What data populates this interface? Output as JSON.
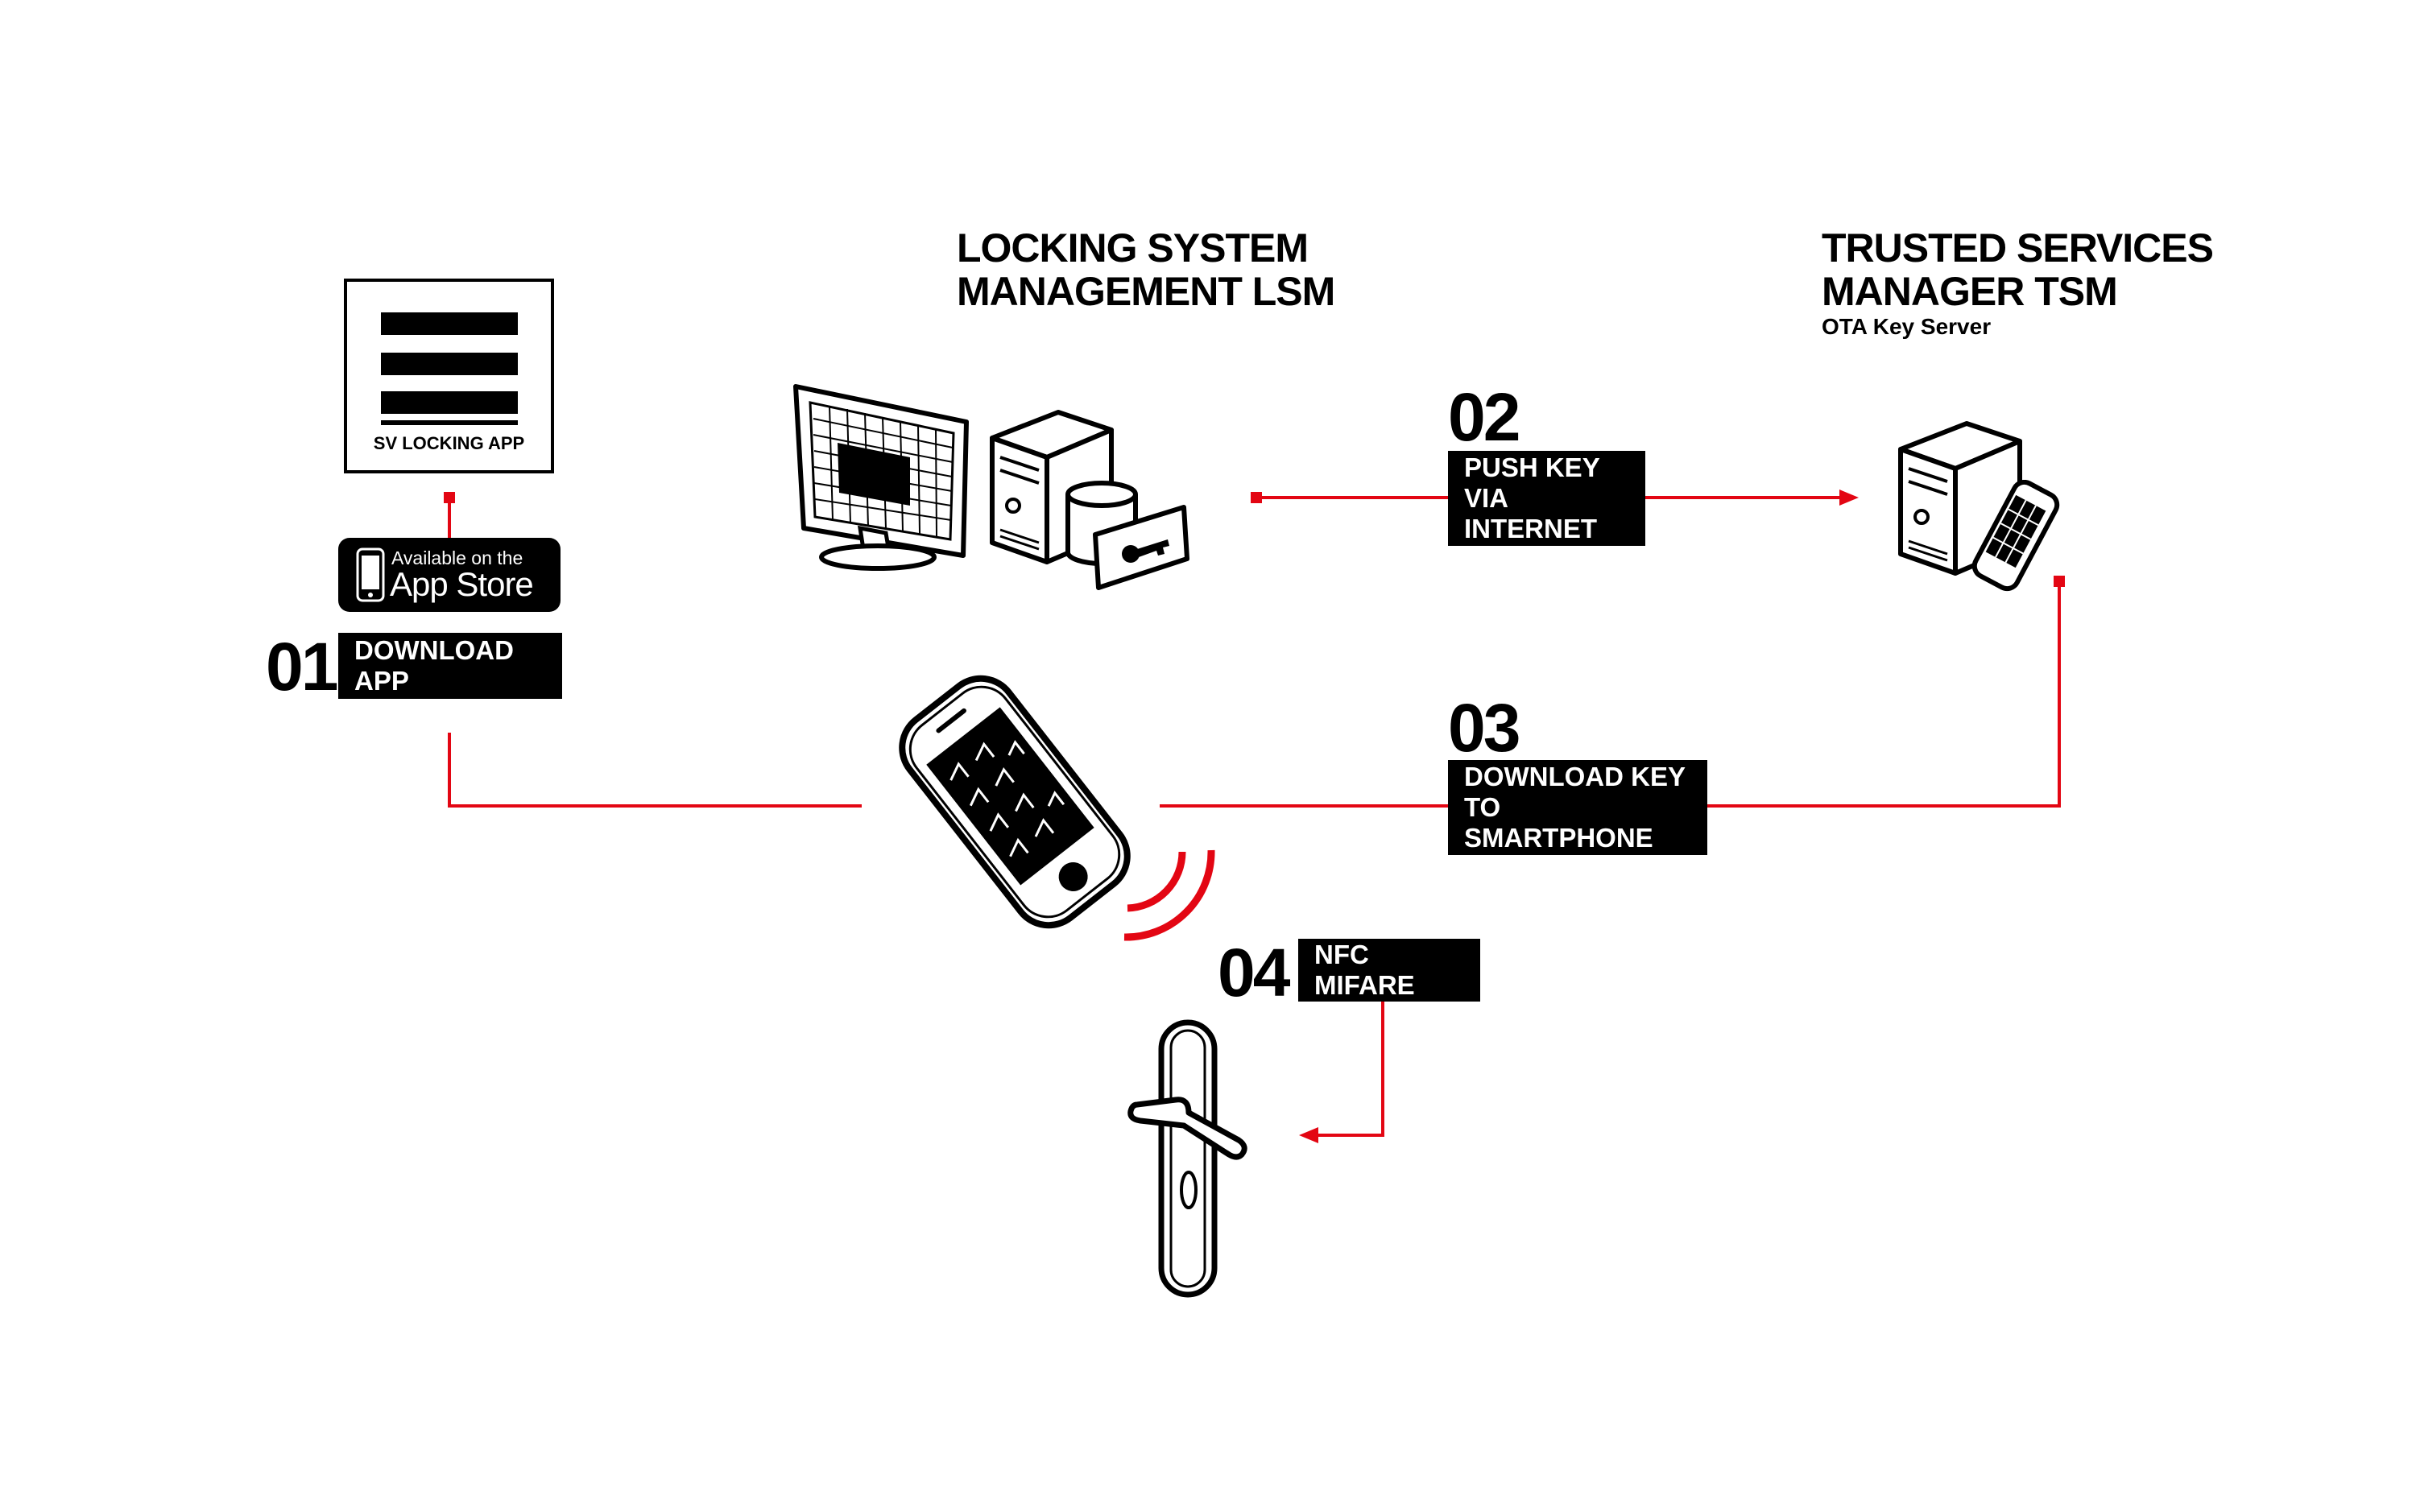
{
  "lsm": {
    "title_line1": "LOCKING SYSTEM",
    "title_line2": "MANAGEMENT LSM"
  },
  "tsm": {
    "title_line1": "TRUSTED SERVICES",
    "title_line2": "MANAGER TSM",
    "subtitle": "OTA Key Server"
  },
  "app_card": {
    "name": "SV LOCKING APP"
  },
  "app_store_badge": {
    "line1": "Available on the",
    "line2": "App Store"
  },
  "steps": [
    {
      "number": "01",
      "label": "DOWNLOAD APP"
    },
    {
      "number": "02",
      "label": "PUSH KEY VIA\nINTERNET"
    },
    {
      "number": "03",
      "label": "DOWNLOAD KEY TO\nSMARTPHONE"
    },
    {
      "number": "04",
      "label": "NFC MIFARE"
    }
  ],
  "colors": {
    "accent": "#e30613",
    "ink": "#000000",
    "background": "#ffffff"
  },
  "icons": [
    "app-card-icon",
    "apple-phone-icon",
    "monitor-icon",
    "server-tower-icon",
    "database-icon",
    "key-card-icon",
    "tsm-server-icon",
    "tsm-phone-icon",
    "smartphone-icon",
    "nfc-waves-icon",
    "door-handle-icon"
  ]
}
